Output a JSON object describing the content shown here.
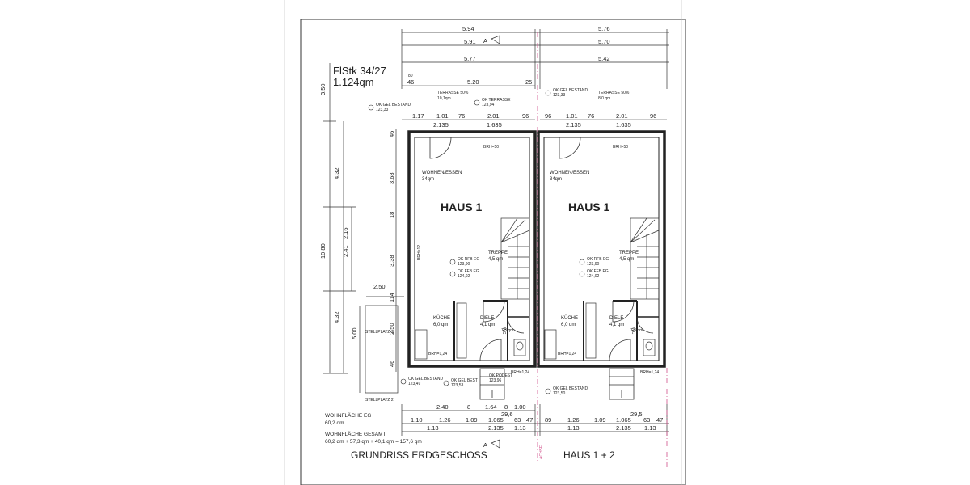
{
  "parcel": {
    "label": "FlStk 34/27",
    "area": "1.124qm"
  },
  "top_dims": {
    "left": [
      "5.94",
      "5.91",
      "5.77"
    ],
    "right": [
      "5.76",
      "5.70",
      "5.42"
    ],
    "section_marker": "A"
  },
  "terrace_dims": {
    "d1": "46",
    "d2": "5.20",
    "d3": "25",
    "d4": "80"
  },
  "units": [
    {
      "house_label": "HAUS 1",
      "terrace_label": "TERRASSE 50%",
      "terrace_area": "10,1qm",
      "terrace_level": "OK TERRASSE",
      "terrace_level_val": "123,94",
      "ground_level": "OK GEL BESTAND",
      "ground_level_val": "123,33",
      "front_dims": [
        "1.17",
        "1.01",
        "76",
        "2.01",
        "96"
      ],
      "front_dims_sub": [
        "2.135",
        "1.635"
      ],
      "living_label": "WOHNEN/ESSEN",
      "living_area": "34qm",
      "parapet": "BRH=50",
      "stair_label": "TREPPE",
      "stair_area": "4,5 qm",
      "rfb_label": "OK RFB EG",
      "rfb_val": "123,90",
      "ffb_label": "OK FFB EG",
      "ffb_val": "124,02",
      "kitchen_label": "KÜCHE",
      "kitchen_area": "6,0 qm",
      "hall_label": "DIELE",
      "hall_area": "4,1 qm",
      "wc_label": "WC",
      "wc_area": "1,3 qm",
      "parapet_low": "BRH=1,24",
      "parapet_low2": "BRH=1,24",
      "bottom_level": "OK GEL BESTAND",
      "bottom_level_val": "123,49",
      "bottom_level2": "OK GEL BEST",
      "bottom_level2_val": "123,53",
      "entry_level": "OK PODEST",
      "entry_level_val": "123,96"
    },
    {
      "house_label": "HAUS 1",
      "terrace_label": "TERRASSE 50%",
      "terrace_area": "8,0 qm",
      "ground_level": "OK GEL BESTAND",
      "ground_level_val": "123,33",
      "front_dims": [
        "96",
        "1.01",
        "76",
        "2.01",
        "96"
      ],
      "front_dims_sub": [
        "2.135",
        "1.635"
      ],
      "living_label": "WOHNEN/ESSEN",
      "living_area": "34qm",
      "parapet": "BRH=50",
      "stair_label": "TREPPE",
      "stair_area": "4,5 qm",
      "rfb_label": "OK RFB EG",
      "rfb_val": "123,90",
      "ffb_label": "OK FFB EG",
      "ffb_val": "124,02",
      "kitchen_label": "KÜCHE",
      "kitchen_area": "6,0 qm",
      "hall_label": "DIELE",
      "hall_area": "4,1 qm",
      "wc_label": "WC",
      "wc_area": "1,3 qm",
      "parapet_low": "BRH=1,24",
      "parapet_low2": "BRH=1,24",
      "bottom_level": "OK GEL BESTAND",
      "bottom_level_val": "123,50"
    }
  ],
  "side_dims": {
    "outer_total": "10.80",
    "outer_top": "3.50",
    "outer_mid": "4.32",
    "outer_low": "4.32",
    "mid_2_16": "2.16",
    "mid_2_41": "2.41",
    "parking_width": "2.50",
    "parking_length": "5.00",
    "inner": [
      "46",
      "3.68",
      "18",
      "3.38",
      "114",
      "2.50",
      "46"
    ],
    "wall_note": "BRH=12"
  },
  "parking": {
    "p1": "STELLPLATZ 1",
    "p2": "STELLPLATZ 2"
  },
  "bottom_dims": {
    "row1": [
      "2.40",
      "8",
      "1.64",
      "8",
      "1.00"
    ],
    "row1_extra": "29,6",
    "row2_left": [
      "1.10",
      "1.26",
      "1.09",
      "1.065",
      "63",
      "47"
    ],
    "row2_right": [
      "89",
      "1.26",
      "1.09",
      "1.065",
      "63",
      "47"
    ],
    "row2_extra": "29,5",
    "row3_left": [
      "1.13",
      "2.135",
      "1.13"
    ],
    "row3_right": [
      "1.13",
      "2.135",
      "1.13"
    ]
  },
  "area_info": {
    "living_eg_label": "WOHNFLÄCHE EG",
    "living_eg_val": "60,2 qm",
    "living_total_label": "WOHNFLÄCHE GESAMT:",
    "living_total_val": "60,2 qm + 57,3 qm + 40,1 qm = 157,6 qm"
  },
  "plan_title": "GRUNDRISS ERDGESCHOSS",
  "plan_subtitle": "HAUS 1 + 2",
  "axis_mark": "ACHSE",
  "colors": {
    "line": "#222222",
    "axis": "#d0508a",
    "paper": "#ffffff"
  }
}
